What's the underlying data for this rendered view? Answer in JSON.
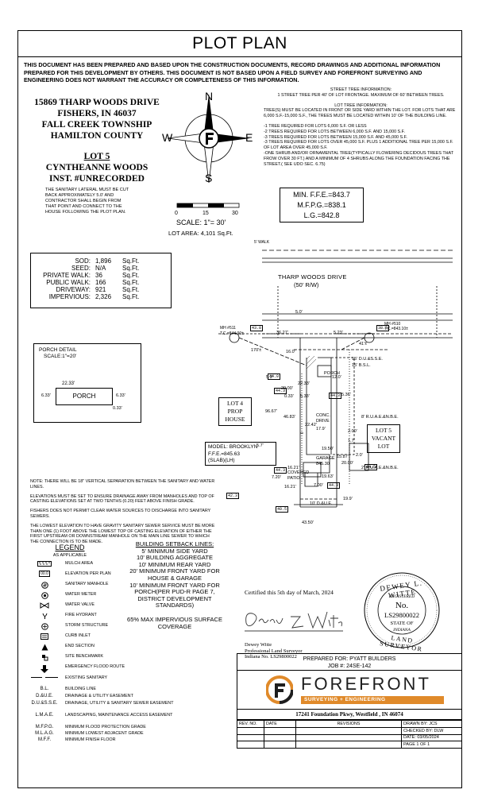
{
  "title": "PLOT PLAN",
  "disclaimer": "THIS DOCUMENT HAS BEEN PREPARED AND BASED UPON THE CONSTRUCTION DOCUMENTS, RECORD DRAWINGS AND ADDITIONAL INFORMATION PREPARED FOR THIS DEVELOPMENT BY OTHERS. THIS DOCUMENT IS NOT BASED UPON A FIELD SURVEY AND FOREFRONT SURVEYING AND ENGINEERING DOES NOT WARRANT THE ACCURACY OR COMPLETENESS OF THIS INFORMATION.",
  "address": {
    "line1": "15869 THARP WOODS DRIVE",
    "line2": "FISHERS, IN 46037",
    "line3": "FALL CREEK TOWNSHIP",
    "line4": "HAMILTON COUNTY"
  },
  "lot": {
    "number": "LOT 5",
    "subdivision": "CYNTHEANNE WOODS",
    "instrument": "INST. #UNRECORDED",
    "sanitary_note": "THE SANITARY LATERAL MUST BE CUT BACK APPROXIMATELY 5.0' AND CONTRACTOR SHALL BEGIN FROM THAT POINT AND CONNECT TO THE HOUSE FOLLOWING THE PLOT PLAN."
  },
  "compass": {
    "n": "N",
    "e": "E",
    "s": "S",
    "w": "W",
    "icon": "north-arrow-icon"
  },
  "scale": {
    "ticks": [
      "0",
      "15",
      "30"
    ],
    "label": "SCALE:  1\"= 30'",
    "lot_area": "LOT AREA: 4,101 Sq.Ft."
  },
  "tree_info": {
    "street_title": "STREET TREE INFORMATION:",
    "street_text": "1 STREET TREE PER 40' OF LOT FRONTAGE. MAXIMUM OF 60' BETWEEN TREES.",
    "lot_title": "LOT TREE INFORMATION:",
    "lot_text": "TREE(S) MUST BE LOCATED IN FRONT OR SIDE YARD WITHIN THE LOT. FOR LOTS THAT ARE 6,000 S.F.-15,000 S.F., THE TREES MUST BE LOCATED WITHIN 10' OF THE BUILDING LINE.",
    "rules": [
      "-1 TREE REQUIRED FOR LOTS 6,000 S.F. OR LESS",
      "-2 TREES REQUIRED FOR LOTS BETWEEN 6,000 S.F. AND 15,000 S.F.",
      "-3 TREES REQUIRED FOR LOTS BETWEEN 15,000 S.F. AND 45,000 S.F.",
      "-3 TREES REQUIRED FOR LOTS OVER 45,000 S.F. PLUS 1 ADDITIONAL TREE PER 15,000 S.F. OF LOT AREA OVER 45,000 S.F.",
      "-ONE SHRUB AND/OR ORNAMENTAL TREE(TYPICALLY FLOWERING DECIDOUS TREES THAT FROW OVER 30 FT.) AND A MINIMUM OF 4 SHRUBS ALONG THE FOUNDATION FACING THE STREET.( SEE UDO SEC. 6.75)"
    ]
  },
  "elevations": {
    "ffe": "MIN.  F.F.E.=843.7",
    "mfpg": "M.F.P.G.=838.1",
    "lg": "L.G.=842.8"
  },
  "areas": [
    {
      "label": "SOD:",
      "value": "1,896",
      "unit": "Sq.Ft."
    },
    {
      "label": "SEED:",
      "value": "N/A",
      "unit": "Sq.Ft."
    },
    {
      "label": "PRIVATE WALK:",
      "value": "36",
      "unit": "Sq.Ft."
    },
    {
      "label": "PUBLIC WALK:",
      "value": "166",
      "unit": "Sq.Ft."
    },
    {
      "label": "DRIVEWAY:",
      "value": "921",
      "unit": "Sq.Ft."
    },
    {
      "label": "IMPERVIOUS:",
      "value": "2,326",
      "unit": "Sq.Ft."
    }
  ],
  "porch_detail": {
    "title": "PORCH DETAIL",
    "scale": "SCALE:1\"=20'",
    "label": "PORCH",
    "width": "22.33'",
    "side": "6.33'",
    "side_right": "6.33'",
    "bottom": "0.33'"
  },
  "plan": {
    "street": "THARP WOODS DRIVE",
    "row": "(50' R/W)",
    "walk": "5' WALK",
    "mh_left": "MH #511",
    "tc_left": "T.C.=844.00±",
    "mh_right": "MH #510",
    "tc_right": "T.C.=843.10±",
    "lot4": [
      "LOT 4",
      "PROP",
      "HOUSE"
    ],
    "lot6": [
      "LOT 5",
      "VACANT",
      "LOT"
    ],
    "model": "MODEL: BROOKLYN",
    "model_ffe": "F.F.E.=845.63",
    "model_slab": "(SLAB)(LH)",
    "porch": "PORCH",
    "conc": "CONC.",
    "drive": "DRIVE",
    "garage": "GARAGE",
    "garage_elev": "845.30",
    "covered": "COVERED",
    "patio": "PATIO",
    "due_front": "15' D.U.&S.S.E.",
    "bl_front": "15' B.S.L.",
    "ruae1": "8' R.U.A.E.&N.B.E.",
    "ruae2": "2' R.U.A.E.&N.B.E.",
    "due_rear": "10' D.&U.E.",
    "dims": {
      "d3627": "36.27'",
      "d523": "5.23'",
      "d170": "170'±",
      "d41": "41'±",
      "d53": "5.3'",
      "d12": "12.0'",
      "d2233": "22.33'",
      "d533": "5.33'",
      "d033": "0.33'",
      "d2000": "20.00'",
      "d4683": "46.83'",
      "d2242": "22.42'",
      "d179": "17.9'",
      "d200": "2.00'",
      "d17": "1.7'",
      "d57": "5.7'",
      "d1950": "19.50'",
      "d1963": "19.63'",
      "d1621a": "16.21'",
      "d1621b": "16.21'",
      "d720": "7.20'",
      "d4350": "43.50'",
      "d199": "19.9'",
      "d96": "96.67'",
      "d50": "5.0'",
      "d53b": "5.36'",
      "d20b": "2.0'",
      "d160": "16.0'",
      "d700": "7.00'",
      "d2000b": "20.00'",
      "d1587": "15.87'"
    },
    "elev_tags": {
      "e438": "43.8",
      "e440": "44.0",
      "e443a": "44.3",
      "e443b": "44.3",
      "e443c": "44.3",
      "e443d": "44.3",
      "e445": "44.5",
      "e423": "42.3",
      "e405": "40.5",
      "e383": "38.3"
    }
  },
  "notes": [
    "NOTE: THERE WILL BE 18\" VERTICAL SEPARATION BETWEEN THE SANITARY AND WATER LINES.",
    "ELEVATIONS MUST BE SET TO ENSURE DRAINAGE AWAY FROM MANHOLES AND TOP OF CASTING ELEVATIONS SET AT TWO TENTHS (0.20) FEET ABOVE FINISH GRADE.",
    "FISHERS DOES NOT PERMIT CLEAR WATER SOURCES TO DISCHARGE INTO SANITARY SEWERS.",
    "THE LOWEST ELEVATION TO HAVE GRAVITY SANITARY SEWER SERVICE MUST BE MORE THAN ONE (1) FOOT ABOVE THE LOWEST TOP OF CASTING ELEVATION OF EITHER THE FIRST UPSTREAM OR DOWNSTREAM MANHOLE ON THE MAIN LINE SEWER TO WHICH THE CONNECTION IS TO BE MADE."
  ],
  "legend": {
    "title": "LEGEND",
    "subtitle": "AS APPLICABLE",
    "items": [
      {
        "symbol": "mulch-area-icon",
        "label": "MULCH AREA"
      },
      {
        "symbol": "elevation-per-plan-icon",
        "sym_text": "00.0",
        "label": "ELEVATION PER PLAN"
      },
      {
        "symbol": "sanitary-manhole-icon",
        "label": "SANITARY MANHOLE"
      },
      {
        "symbol": "water-meter-icon",
        "label": "WATER METER"
      },
      {
        "symbol": "water-valve-icon",
        "label": "WATER VALVE"
      },
      {
        "symbol": "fire-hydrant-icon",
        "label": "FIRE HYDRANT"
      },
      {
        "symbol": "storm-structure-icon",
        "label": "STORM STRUCTURE"
      },
      {
        "symbol": "curb-inlet-icon",
        "label": "CURB INLET"
      },
      {
        "symbol": "end-section-icon",
        "label": "END SECTION"
      },
      {
        "symbol": "site-benchmark-icon",
        "label": "SITE BENCHMARK"
      },
      {
        "symbol": "emergency-flood-route-icon",
        "label": "EMERGENCY FLOOD ROUTE"
      },
      {
        "symbol": "existing-sanitary-icon",
        "label": "EXISTING SANITARY"
      },
      {
        "symbol": "",
        "sym_text": "B.L.",
        "label": "BUILDING LINE"
      },
      {
        "symbol": "",
        "sym_text": "D.&U.E.",
        "label": "DRAINAGE & UTILITY EASEMENT"
      },
      {
        "symbol": "",
        "sym_text": "D.U.&S.S.E.",
        "label": "DRAINAGE, UTILITY & SANITARY SEWER EASEMENT"
      },
      {
        "symbol": "",
        "sym_text": "L.M.A.E.",
        "label": "LANDSCAPING, MAINTENANCE ACCESS EASEMENT"
      },
      {
        "symbol": "",
        "sym_text": "M.F.P.G.",
        "label": "MINIMUM FLOOD PROTECTION GRADE"
      },
      {
        "symbol": "",
        "sym_text": "M.L.A.G.",
        "label": "MINIMUM LOWEST ADJACENT GRADE"
      },
      {
        "symbol": "",
        "sym_text": "M.F.F.",
        "label": "MINIMUM FINISH FLOOR"
      }
    ]
  },
  "setbacks": {
    "title": "BUILDING SETBACK LINES:",
    "lines": [
      "5' MINIMUM SIDE YARD",
      "10' BUILDING AGGREGATE",
      "10' MINIMUM REAR YARD",
      "20' MINIMUM FRONT YARD FOR",
      "HOUSE & GARAGE",
      "10' MINIMUM FRONT YARD FOR",
      "PORCH(PER PUD-R PAGE 7,",
      "DISTRICT DEVELOPMENT",
      "STANDARDS)"
    ],
    "impervious": [
      "65% MAX IMPERVIOUS SURFACE",
      "COVERAGE"
    ]
  },
  "certification": {
    "text": "Certified this 5th day of March, 2024",
    "name": "Dewey Witte",
    "title": "Professional Land Surveyor",
    "license": "Indiana No. LS29800022"
  },
  "seal": {
    "top": "DEWEY L. WITTE",
    "registered": "REGISTERED",
    "no": "No.",
    "number": "LS29800022",
    "state_of": "STATE OF",
    "state": "INDIANA",
    "bottom": "LAND SURVEYOR"
  },
  "titleblock": {
    "prepared_for": "PREPARED FOR: PYATT BUILDERS",
    "job": "JOB #: 24SE-142",
    "company": "FOREFRONT",
    "tagline": "SURVEYING + ENGINEERING",
    "company_address": "17241 Foundation Pkwy, Westfield , IN 46074",
    "rev_headers": [
      "REV. NO.",
      "DATE",
      "REVISIONS"
    ],
    "drawn_by": "DRAWN BY: JCS",
    "checked_by": "CHECKED BY: DLW",
    "date": "DATE: 03/05/2024",
    "page": "PAGE 1 OF 1"
  },
  "colors": {
    "line": "#000000",
    "brand_orange": "#e08a2a",
    "paper": "#ffffff"
  }
}
